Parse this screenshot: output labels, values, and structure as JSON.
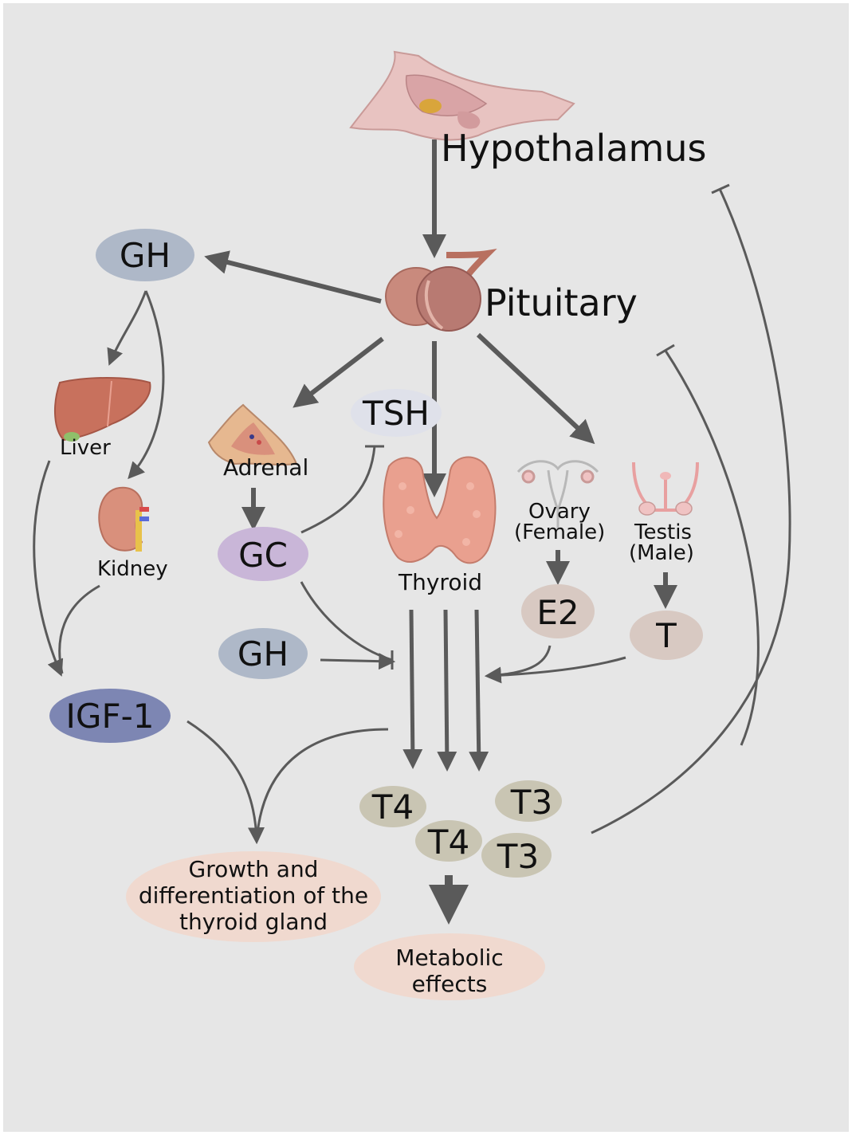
{
  "colors": {
    "background": "#e6e6e6",
    "arrow": "#5a5a5a",
    "gh_oval": "#aeb8c8",
    "tsh_oval": "#dfe1ea",
    "gc_oval": "#c9b6d8",
    "igf_oval": "#7d86b3",
    "sex_hormone_oval": "#d8c9c2",
    "thyroid_hormone_oval": "#c9c5b3",
    "effect_oval": "#f0d9cf",
    "tissue_pink": "#e8a8a0",
    "liver": "#c8715d",
    "thyroid": "#e9a08f"
  },
  "organs": {
    "hypothalamus": {
      "label": "Hypothalamus",
      "icon": "brain-section-icon"
    },
    "pituitary": {
      "label": "Pituitary",
      "icon": "pituitary-gland-icon"
    },
    "liver": {
      "label": "Liver",
      "icon": "liver-icon"
    },
    "kidney": {
      "label": "Kidney",
      "icon": "kidney-icon"
    },
    "adrenal": {
      "label": "Adrenal",
      "icon": "adrenal-gland-icon"
    },
    "thyroid": {
      "label": "Thyroid",
      "icon": "thyroid-gland-icon"
    },
    "ovary": {
      "label_line1": "Ovary",
      "label_line2": "(Female)",
      "icon": "uterus-ovary-icon"
    },
    "testis": {
      "label_line1": "Testis",
      "label_line2": "(Male)",
      "icon": "male-reproductive-icon"
    }
  },
  "hormones": {
    "gh_top": "GH",
    "tsh": "TSH",
    "gc": "GC",
    "gh_mid": "GH",
    "igf1": "IGF-1",
    "e2": "E2",
    "t": "T",
    "t4_a": "T4",
    "t3_a": "T3",
    "t4_b": "T4",
    "t3_b": "T3"
  },
  "effects": {
    "growth": {
      "line1": "Growth and",
      "line2": "differentiation of the",
      "line3": "thyroid gland"
    },
    "metabolic": {
      "line1": "Metabolic",
      "line2": "effects"
    }
  }
}
